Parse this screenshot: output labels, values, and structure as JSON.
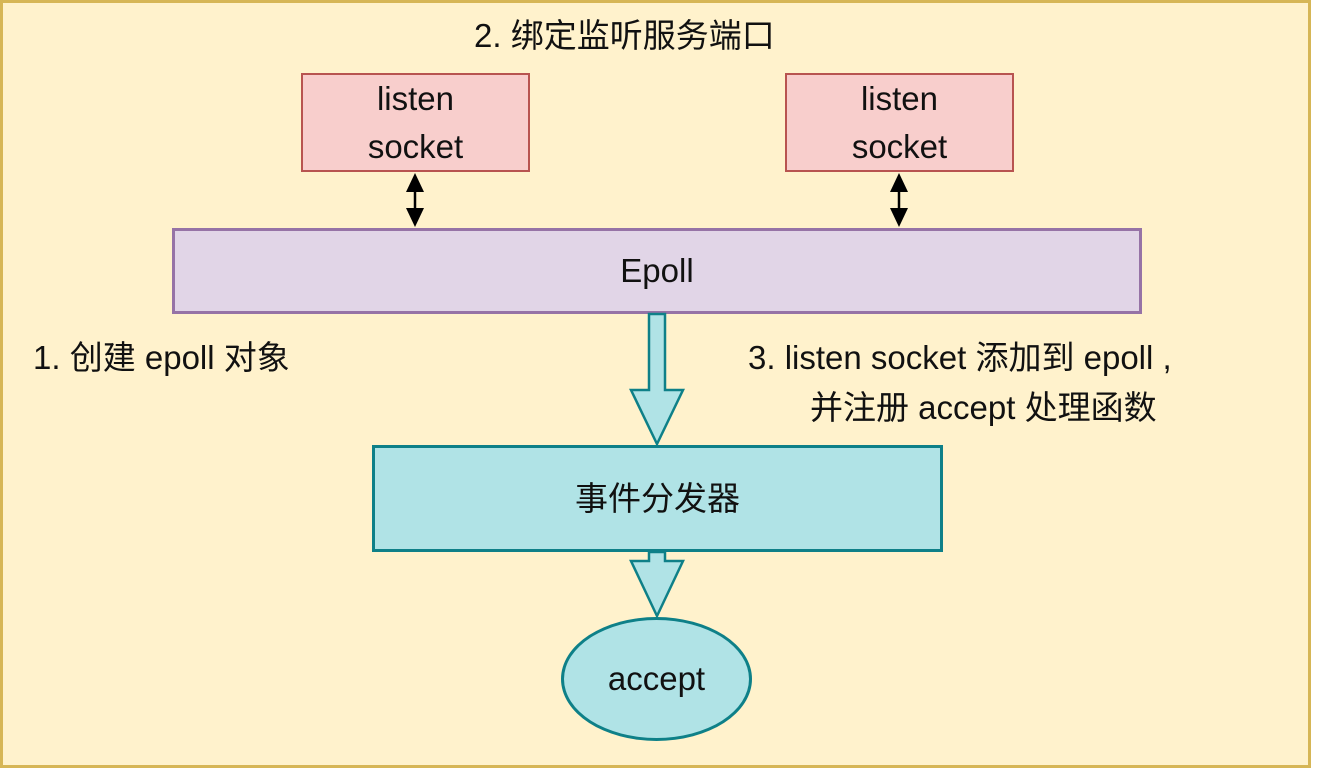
{
  "diagram": {
    "step2_label": "2. 绑定监听服务端口",
    "step1_label": "1. 创建 epoll 对象",
    "step3_label_line1": "3. listen socket 添加到 epoll ,",
    "step3_label_line2": "并注册 accept 处理函数",
    "sockets": [
      {
        "line1": "listen",
        "line2": "socket"
      },
      {
        "line1": "listen",
        "line2": "socket"
      }
    ],
    "epoll_label": "Epoll",
    "dispatcher_label": "事件分发器",
    "accept_label": "accept",
    "colors": {
      "background": "#fff2cc",
      "background_border": "#d6b656",
      "socket_fill": "#f8cecc",
      "socket_border": "#b85450",
      "epoll_fill": "#e1d5e7",
      "epoll_border": "#9673a6",
      "dispatcher_fill": "#b0e3e6",
      "dispatcher_border": "#0e8088"
    }
  }
}
